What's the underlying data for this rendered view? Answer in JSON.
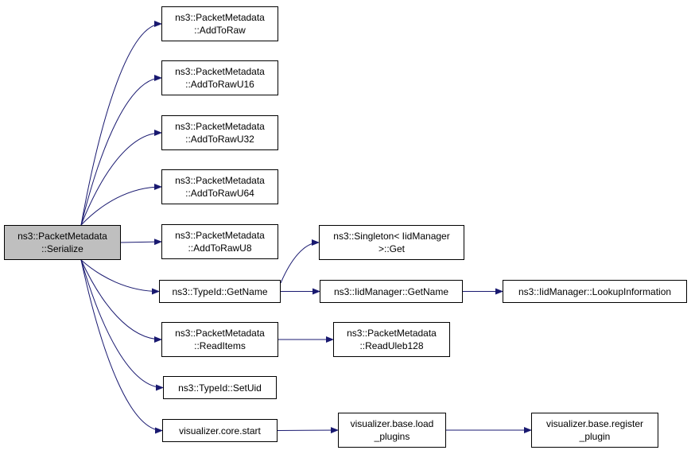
{
  "colors": {
    "edge": "#191970",
    "node_border": "#000000",
    "root_fill": "#bfbfbf",
    "node_fill": "#ffffff"
  },
  "nodes": {
    "serialize": {
      "lines": [
        "ns3::PacketMetadata",
        "::Serialize"
      ]
    },
    "add_to_raw": {
      "lines": [
        "ns3::PacketMetadata",
        "::AddToRaw"
      ]
    },
    "add_to_raw_u16": {
      "lines": [
        "ns3::PacketMetadata",
        "::AddToRawU16"
      ]
    },
    "add_to_raw_u32": {
      "lines": [
        "ns3::PacketMetadata",
        "::AddToRawU32"
      ]
    },
    "add_to_raw_u64": {
      "lines": [
        "ns3::PacketMetadata",
        "::AddToRawU64"
      ]
    },
    "add_to_raw_u8": {
      "lines": [
        "ns3::PacketMetadata",
        "::AddToRawU8"
      ]
    },
    "typeid_get_name": {
      "lines": [
        "ns3::TypeId::GetName"
      ]
    },
    "read_items": {
      "lines": [
        "ns3::PacketMetadata",
        "::ReadItems"
      ]
    },
    "typeid_set_uid": {
      "lines": [
        "ns3::TypeId::SetUid"
      ]
    },
    "core_start": {
      "lines": [
        "visualizer.core.start"
      ]
    },
    "singleton_get": {
      "lines": [
        "ns3::Singleton< IidManager",
        ">::Get"
      ]
    },
    "iid_get_name": {
      "lines": [
        "ns3::IidManager::GetName"
      ]
    },
    "lookup_info": {
      "lines": [
        "ns3::IidManager::LookupInformation"
      ]
    },
    "read_uleb128": {
      "lines": [
        "ns3::PacketMetadata",
        "::ReadUleb128"
      ]
    },
    "load_plugins": {
      "lines": [
        "visualizer.base.load",
        "_plugins"
      ]
    },
    "register_plugin": {
      "lines": [
        "visualizer.base.register",
        "_plugin"
      ]
    }
  },
  "edges": [
    [
      "serialize",
      "add_to_raw"
    ],
    [
      "serialize",
      "add_to_raw_u16"
    ],
    [
      "serialize",
      "add_to_raw_u32"
    ],
    [
      "serialize",
      "add_to_raw_u64"
    ],
    [
      "serialize",
      "add_to_raw_u8"
    ],
    [
      "serialize",
      "typeid_get_name"
    ],
    [
      "serialize",
      "read_items"
    ],
    [
      "serialize",
      "typeid_set_uid"
    ],
    [
      "serialize",
      "core_start"
    ],
    [
      "typeid_get_name",
      "singleton_get"
    ],
    [
      "typeid_get_name",
      "iid_get_name"
    ],
    [
      "iid_get_name",
      "lookup_info"
    ],
    [
      "read_items",
      "read_uleb128"
    ],
    [
      "core_start",
      "load_plugins"
    ],
    [
      "load_plugins",
      "register_plugin"
    ]
  ]
}
